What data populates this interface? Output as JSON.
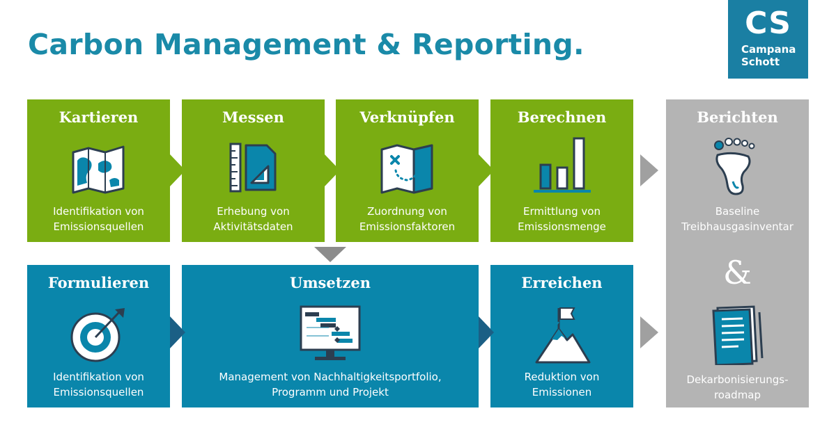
{
  "title": "Carbon Management & Reporting.",
  "logo": {
    "mark": "CS",
    "line1": "Campana",
    "line2": "Schott"
  },
  "colors": {
    "green": "#7aad12",
    "blue": "#0a86ab",
    "grey": "#b4b4b4",
    "dark": "#2c3e50"
  },
  "steps": {
    "kartieren": {
      "title": "Kartieren",
      "desc1": "Identifikation von",
      "desc2": "Emissionsquellen",
      "icon": "map-icon"
    },
    "messen": {
      "title": "Messen",
      "desc1": "Erhebung von",
      "desc2": "Aktivitätsdaten",
      "icon": "ruler-triangle-icon"
    },
    "verknuepfen": {
      "title": "Verknüpfen",
      "desc1": "Zuordnung von",
      "desc2": "Emissionsfaktoren",
      "icon": "treasure-map-icon"
    },
    "berechnen": {
      "title": "Berechnen",
      "desc1": "Ermittlung von",
      "desc2": "Emissionsmenge",
      "icon": "bar-chart-icon"
    },
    "formulieren": {
      "title": "Formulieren",
      "desc1": "Identifikation von",
      "desc2": "Emissionsquellen",
      "icon": "target-icon"
    },
    "umsetzen": {
      "title": "Umsetzen",
      "desc1": "Management von Nachhaltigkeitsportfolio,",
      "desc2": "Programm und Projekt",
      "icon": "gantt-monitor-icon"
    },
    "erreichen": {
      "title": "Erreichen",
      "desc1": "Reduktion von",
      "desc2": "Emissionen",
      "icon": "mountain-flag-icon"
    }
  },
  "berichten": {
    "title": "Berichten",
    "desc_top1": "Baseline",
    "desc_top2": "Treibhausgasinventar",
    "ampersand": "&",
    "desc_bottom1": "Dekarbonisierungs-",
    "desc_bottom2": "roadmap",
    "icons": [
      "footprint-icon",
      "document-icon"
    ]
  }
}
